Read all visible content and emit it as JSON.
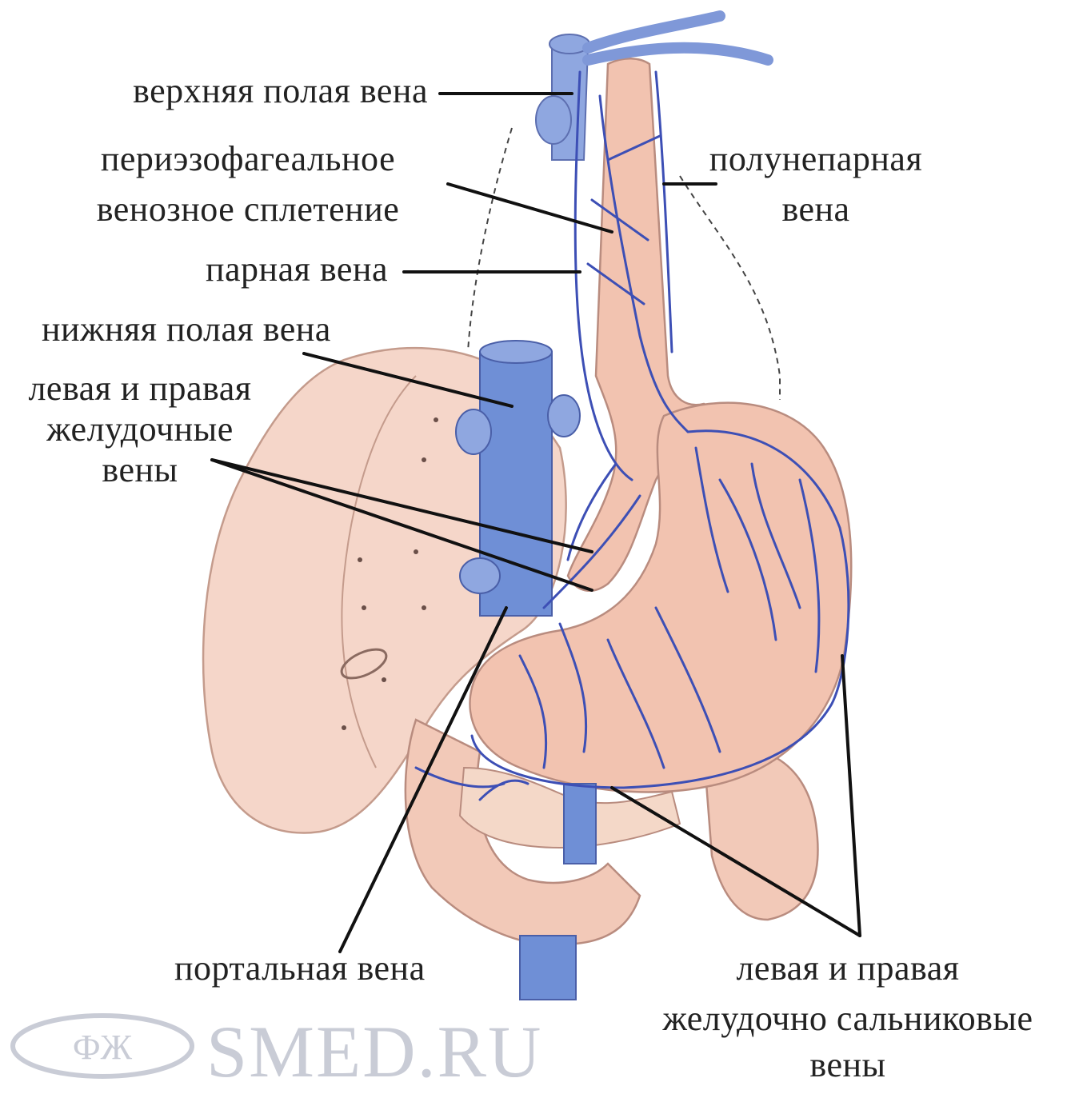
{
  "labels": {
    "superior_vena_cava": "верхняя полая вена",
    "periesophageal_line1": "периэзофагеальное",
    "periesophageal_line2": "венозное сплетение",
    "hemiazygos_line1": "полунепарная",
    "hemiazygos_line2": "вена",
    "azygos": "парная вена",
    "inferior_vena_cava": "нижняя полая вена",
    "gastric_line1": "левая и правая",
    "gastric_line2": "желудочные",
    "gastric_line3": "вены",
    "portal": "портальная вена",
    "gastroepiploic_line1": "левая и правая",
    "gastroepiploic_line2": "желудочно сальниковые",
    "gastroepiploic_line3": "вены"
  },
  "watermark": {
    "text": "SMED.RU",
    "logo_text": "ФЖ"
  },
  "colors": {
    "organ": "#f2c9b8",
    "organ_stroke": "#b98c7f",
    "liver": "#f3d3c6",
    "vein_fill": "#6f8fd6",
    "vein_line": "#3d4fb5",
    "leader": "#111111"
  }
}
